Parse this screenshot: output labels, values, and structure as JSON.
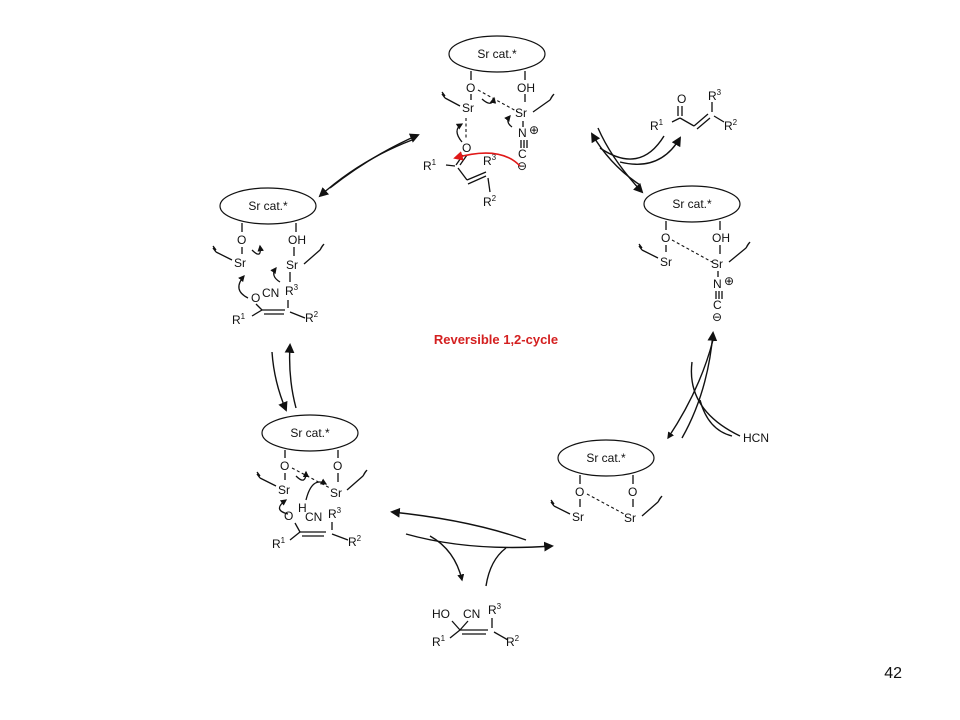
{
  "title": "Reversible 1,2-cycle",
  "page_number": "42",
  "catalyst_label": "Sr cat.*",
  "hcn_label": "HCN",
  "atoms": {
    "O": "O",
    "OH": "OH",
    "Sr": "Sr",
    "N": "N",
    "C": "C",
    "CN": "CN",
    "H": "H",
    "HO": "HO",
    "R": "R",
    "one": "1",
    "two": "2",
    "three": "3",
    "plus": "⊕",
    "minus": "⊖"
  }
}
